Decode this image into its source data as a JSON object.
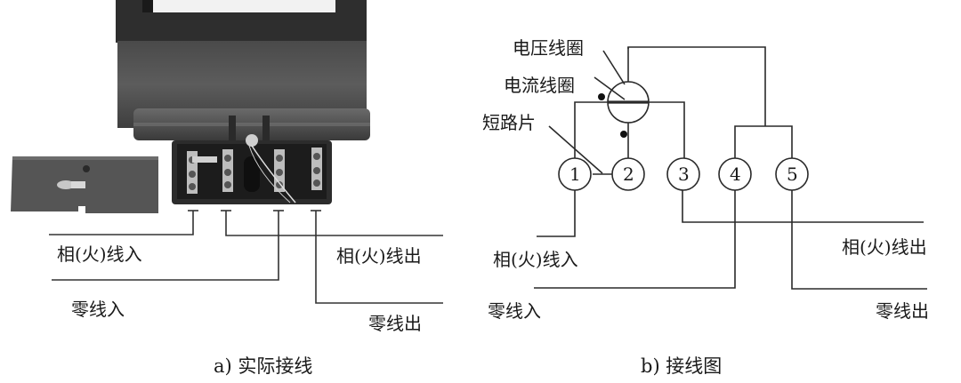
{
  "panel_a": {
    "caption": "a) 实际接线",
    "labels": {
      "phase_in": "相(火)线入",
      "phase_out": "相(火)线出",
      "neutral_in": "零线入",
      "neutral_out": "零线出"
    }
  },
  "panel_b": {
    "caption": "b) 接线图",
    "annotations": {
      "voltage_coil": "电压线圈",
      "current_coil": "电流线圈",
      "shorting_strip": "短路片"
    },
    "terminals": [
      "1",
      "2",
      "3",
      "4",
      "5"
    ],
    "labels": {
      "phase_in": "相(火)线入",
      "phase_out": "相(火)线出",
      "neutral_in": "零线入",
      "neutral_out": "零线出"
    }
  }
}
